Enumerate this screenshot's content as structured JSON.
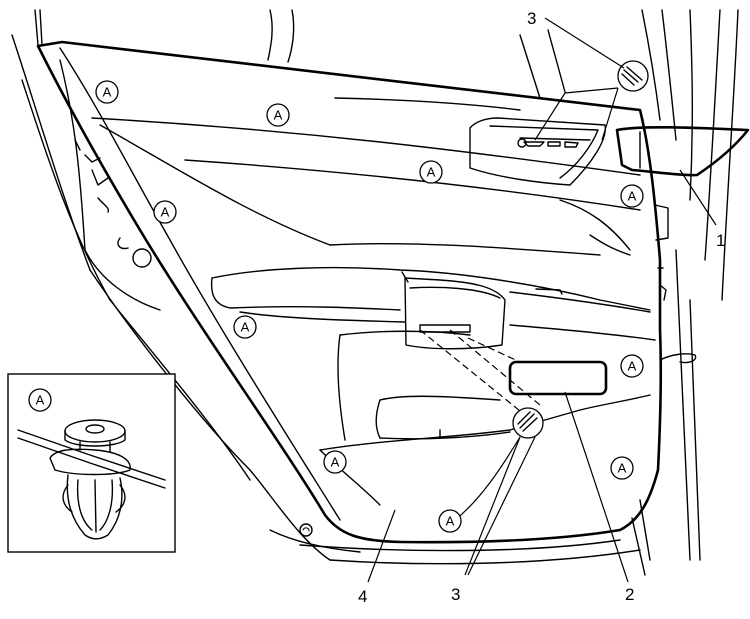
{
  "diagram": {
    "callouts": [
      {
        "id": "trim-part-1",
        "label": "1"
      },
      {
        "id": "switch-cover-2",
        "label": "2"
      },
      {
        "id": "screw-3-top",
        "label": "3"
      },
      {
        "id": "screw-3-bottom",
        "label": "3"
      },
      {
        "id": "door-trim-4",
        "label": "4"
      }
    ],
    "clip_marker": "A"
  }
}
